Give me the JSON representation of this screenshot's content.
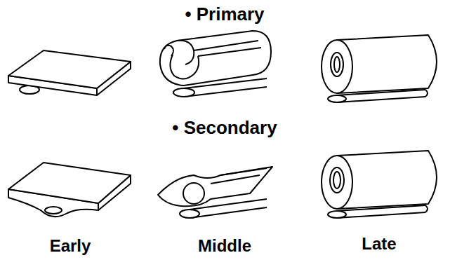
{
  "diagram": {
    "labels": [
      "• Primary",
      "• Secondary",
      "Early",
      "Middle",
      "Late"
    ]
  }
}
